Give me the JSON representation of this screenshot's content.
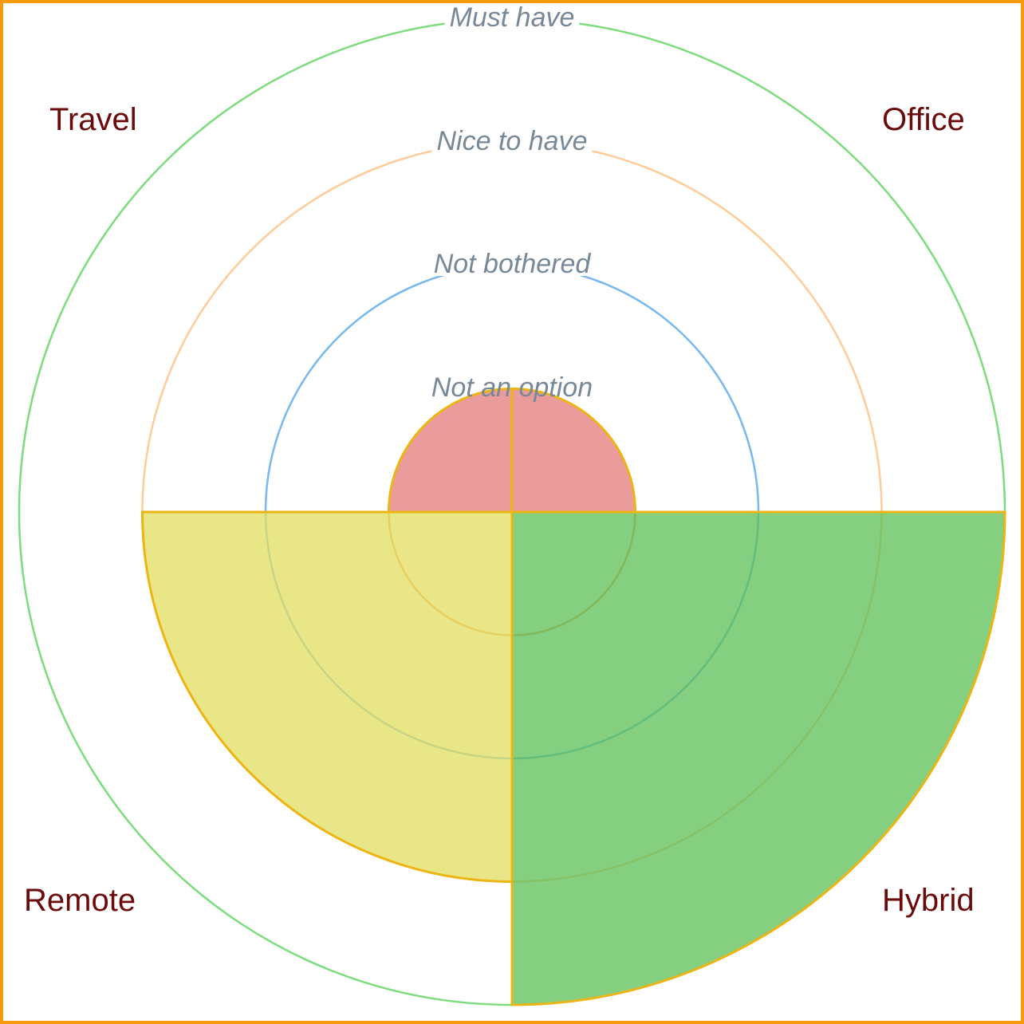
{
  "chart_data": {
    "type": "polar-area",
    "title": "",
    "levels": [
      {
        "label": "Not an option",
        "value": 1,
        "ring_color": "#f4a460"
      },
      {
        "label": "Not bothered",
        "value": 2,
        "ring_color": "#77b8f0"
      },
      {
        "label": "Nice to have",
        "value": 3,
        "ring_color": "#ffcc99"
      },
      {
        "label": "Must have",
        "value": 4,
        "ring_color": "#7ddc7d"
      }
    ],
    "rlim": [
      0,
      4
    ],
    "grid": true,
    "categories": [
      "Office",
      "Hybrid",
      "Remote",
      "Travel"
    ],
    "values": [
      1,
      4,
      3,
      1
    ],
    "colors": [
      "#e37b7b",
      "#5cbf55",
      "#e1dd5f",
      "#e37b7b"
    ],
    "fill_opacity": 0.75,
    "sector_stroke": "#ecb513",
    "label_color": "#6b0a0a",
    "level_label_color": "#778899"
  }
}
